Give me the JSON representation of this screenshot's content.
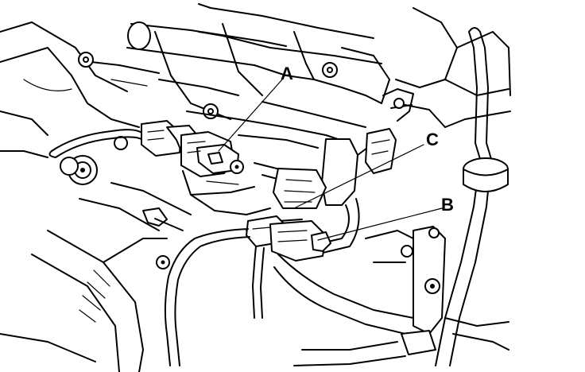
{
  "diagram": {
    "callouts": [
      {
        "id": "A",
        "label": "A"
      },
      {
        "id": "B",
        "label": "B"
      },
      {
        "id": "C",
        "label": "C"
      }
    ],
    "colors": {
      "ink": "#000000",
      "paper": "#ffffff"
    }
  }
}
